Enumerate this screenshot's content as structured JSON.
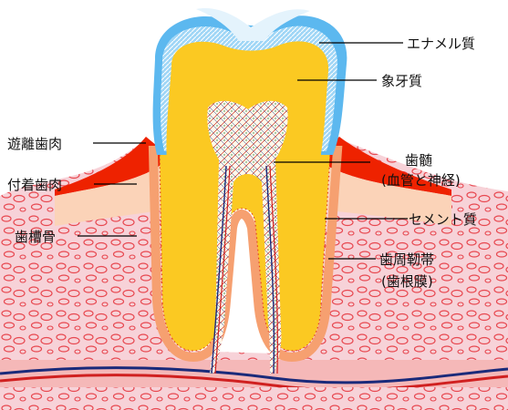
{
  "labels": {
    "enamel": "エナメル質",
    "dentin": "象牙質",
    "pulp_line1": "歯髄",
    "pulp_line2": "(血管と神経)",
    "cementum": "セメント質",
    "pdl_line1": "歯周靭帯",
    "pdl_line2": "(歯根膜)",
    "free_gingiva": "遊離歯肉",
    "attached_gingiva": "付着歯肉",
    "alveolar_bone": "歯槽骨"
  },
  "colors": {
    "enamel": "#5cb8ef",
    "enamel_light": "#e4f3fc",
    "dentin": "#fbc922",
    "pulp": "#fff8e8",
    "gum": "#ee2200",
    "gum_light": "#fbd3b8",
    "cementum": "#f8a878",
    "bone": "#f7d2d8",
    "bone_cells": "#e84850",
    "nerve_dark": "#1a2a7a",
    "vessel_red": "#d02020",
    "leader": "#000000"
  }
}
